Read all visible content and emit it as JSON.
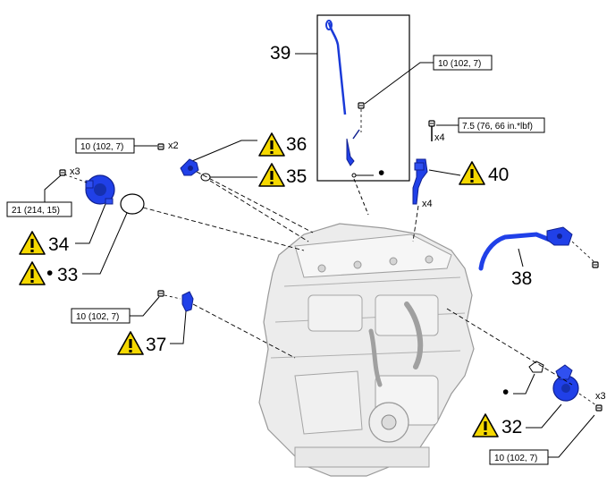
{
  "colors": {
    "part_blue": "#2040e8",
    "part_blue_dark": "#102090",
    "warning_yellow": "#f5d800",
    "engine_gray": "#e6e6e6",
    "engine_line": "#9a9a9a",
    "line": "#000000"
  },
  "callouts": {
    "c32": "32",
    "c33": "33",
    "c34": "34",
    "c35": "35",
    "c36": "36",
    "c37": "37",
    "c38": "38",
    "c39": "39",
    "c40": "40"
  },
  "torques": {
    "t_10_top": "10 (102, 7)",
    "t_10_left": "10 (102, 7)",
    "t_21": "21 (214, 15)",
    "t_10_dipstick": "10 (102, 7)",
    "t_75": "7.5 (76, 66 in.*lbf)",
    "t_10_bottom": "10 (102, 7)"
  },
  "quantities": {
    "q_x2": "x2",
    "q_x3_left": "x3",
    "q_x4_bolt": "x4",
    "q_x4_inj": "x4",
    "q_x3_right": "x3"
  },
  "marks": {
    "dot": "•",
    "warning_glyph": "!"
  }
}
